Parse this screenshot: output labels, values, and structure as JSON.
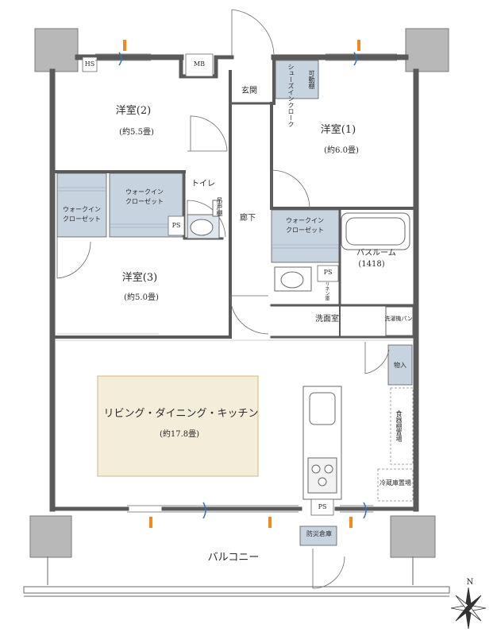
{
  "rooms": {
    "room2_name": "洋室(2)",
    "room2_size": "(約5.5畳)",
    "room1_name": "洋室(1)",
    "room1_size": "(約6.0畳)",
    "room3_name": "洋室(3)",
    "room3_size": "(約5.0畳)",
    "ldk_name": "リビング・ダイニング・キッチン",
    "ldk_size": "(約17.8畳)",
    "entrance": "玄関",
    "toilet": "トイレ",
    "corridor": "廊下",
    "bathroom": "バスルーム",
    "bathroom_size": "(1418)",
    "washroom": "洗面室",
    "balcony": "バルコニー"
  },
  "storage": {
    "wic_left_1": "ウォークイン",
    "wic_left_2": "クローゼット",
    "wic_mid_1": "ウォークイン",
    "wic_mid_2": "クローゼット",
    "wic_right_1": "ウォークイン",
    "wic_right_2": "クローゼット",
    "shoes_in_cloak": "シューズインクローク",
    "movable_shelf": "可動棚",
    "hanging_shelf": "吊戸棚",
    "storage_small": "物入",
    "washer_pan": "洗濯機パン",
    "dish_shelf": "食器棚置場",
    "fridge": "冷蔵庫置場",
    "disaster_storage": "防災倉庫",
    "linen": "リネン庫"
  },
  "labels": {
    "hs": "HS",
    "mb": "MB",
    "ps1": "PS",
    "ps2": "PS",
    "ps3": "PS",
    "north": "N"
  },
  "colors": {
    "wall": "#5a5a5a",
    "column": "#b8b8b8",
    "storage_fill": "#c8d3e0",
    "ldk_fill": "#f3edd9",
    "vent_orange": "#f08a1c",
    "vent_blue": "#3a6fb5"
  }
}
